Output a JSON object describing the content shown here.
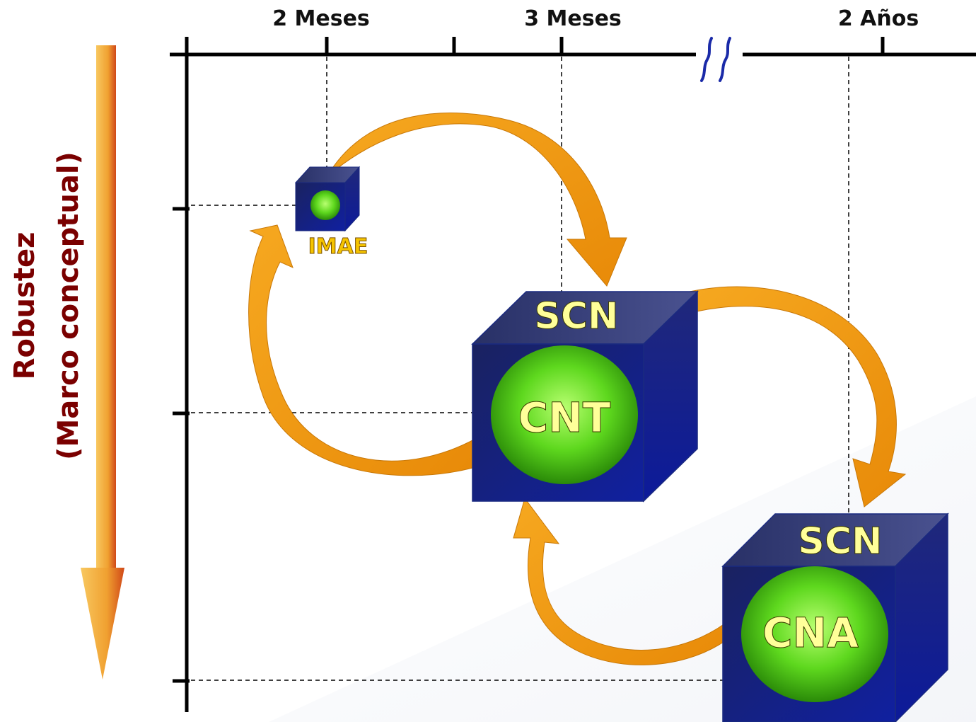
{
  "time_axis": {
    "ticks": [
      {
        "label": "2 Meses"
      },
      {
        "label": "3 Meses"
      },
      {
        "label": "2 Años"
      }
    ]
  },
  "vertical_axis": {
    "title": "Robustez",
    "subtitle": "(Marco conceptual)"
  },
  "nodes": {
    "imae": {
      "label": "IMAE"
    },
    "cnt": {
      "top_label": "SCN",
      "core_label": "CNT"
    },
    "cna": {
      "top_label": "SCN",
      "core_label": "CNA"
    }
  },
  "colors": {
    "cube_front": "#152a8a",
    "cube_top": "#3a4a8c",
    "cube_side": "#0d1a6e",
    "sphere": "#4fc21a",
    "arrow": "#f29a10",
    "robustez_text": "#7a0000",
    "break_symbol": "#1a2aa8"
  }
}
